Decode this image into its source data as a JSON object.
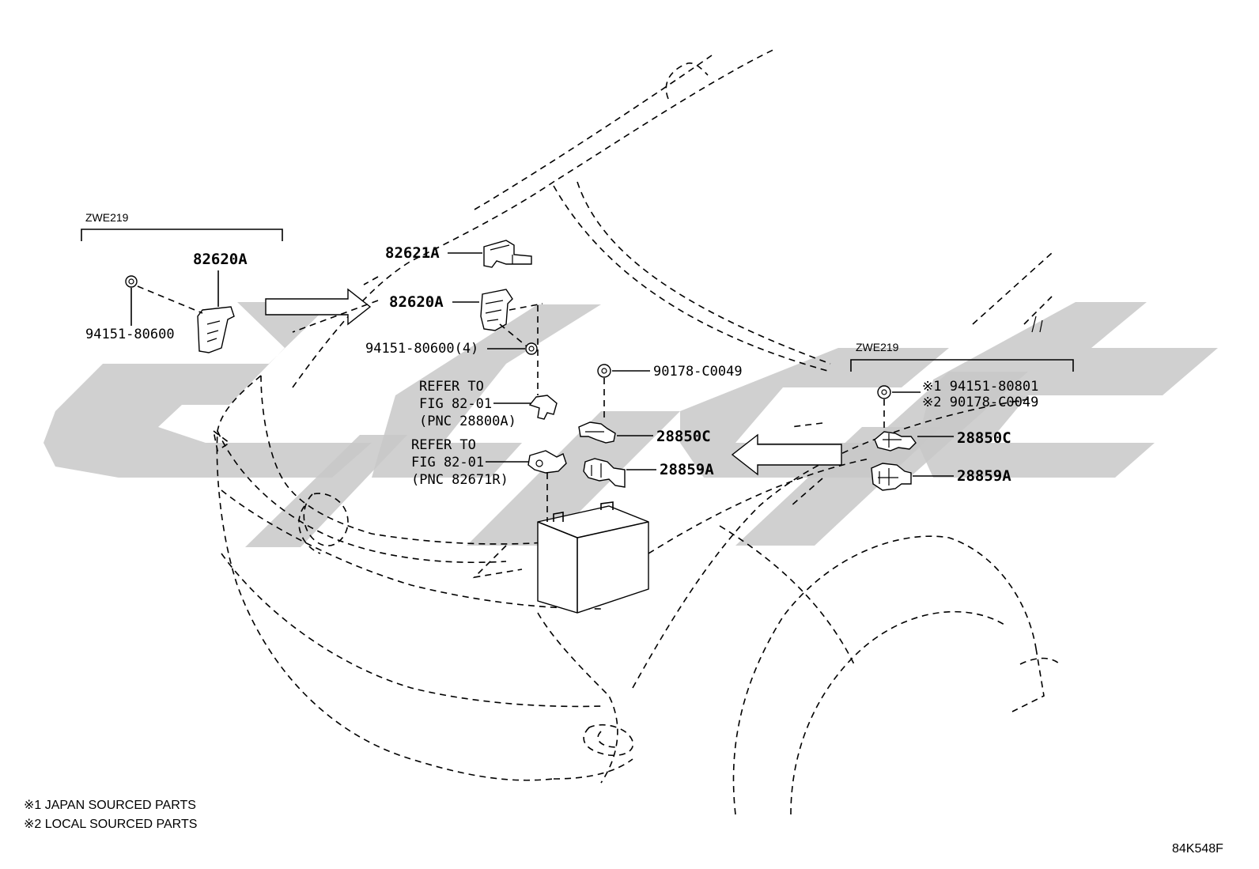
{
  "groups": {
    "left_variant": "ZWE219",
    "right_variant": "ZWE219"
  },
  "parts": {
    "p82620a_left": "82620A",
    "p94151_80600": "94151-80600",
    "p82621a": "82621A",
    "p82620a_main": "82620A",
    "p94151_80600_4": "94151-80600(4)",
    "p90178_c0049": "90178-C0049",
    "p28850c_main": "28850C",
    "p28859a_main": "28859A",
    "p94151_80801": "※1 94151-80801",
    "p90178_c0049_r": "※2 90178-C0049",
    "p28850c_right": "28850C",
    "p28859a_right": "28859A"
  },
  "refs": {
    "ref1_line1": "REFER TO",
    "ref1_line2": "FIG 82-01",
    "ref1_line3": "(PNC 28800A)",
    "ref2_line1": "REFER TO",
    "ref2_line2": "FIG 82-01",
    "ref2_line3": "(PNC 82671R)"
  },
  "legend": {
    "note1": "※1 JAPAN SOURCED PARTS",
    "note2": "※2 LOCAL SOURCED PARTS"
  },
  "figure_code": "84K548F"
}
